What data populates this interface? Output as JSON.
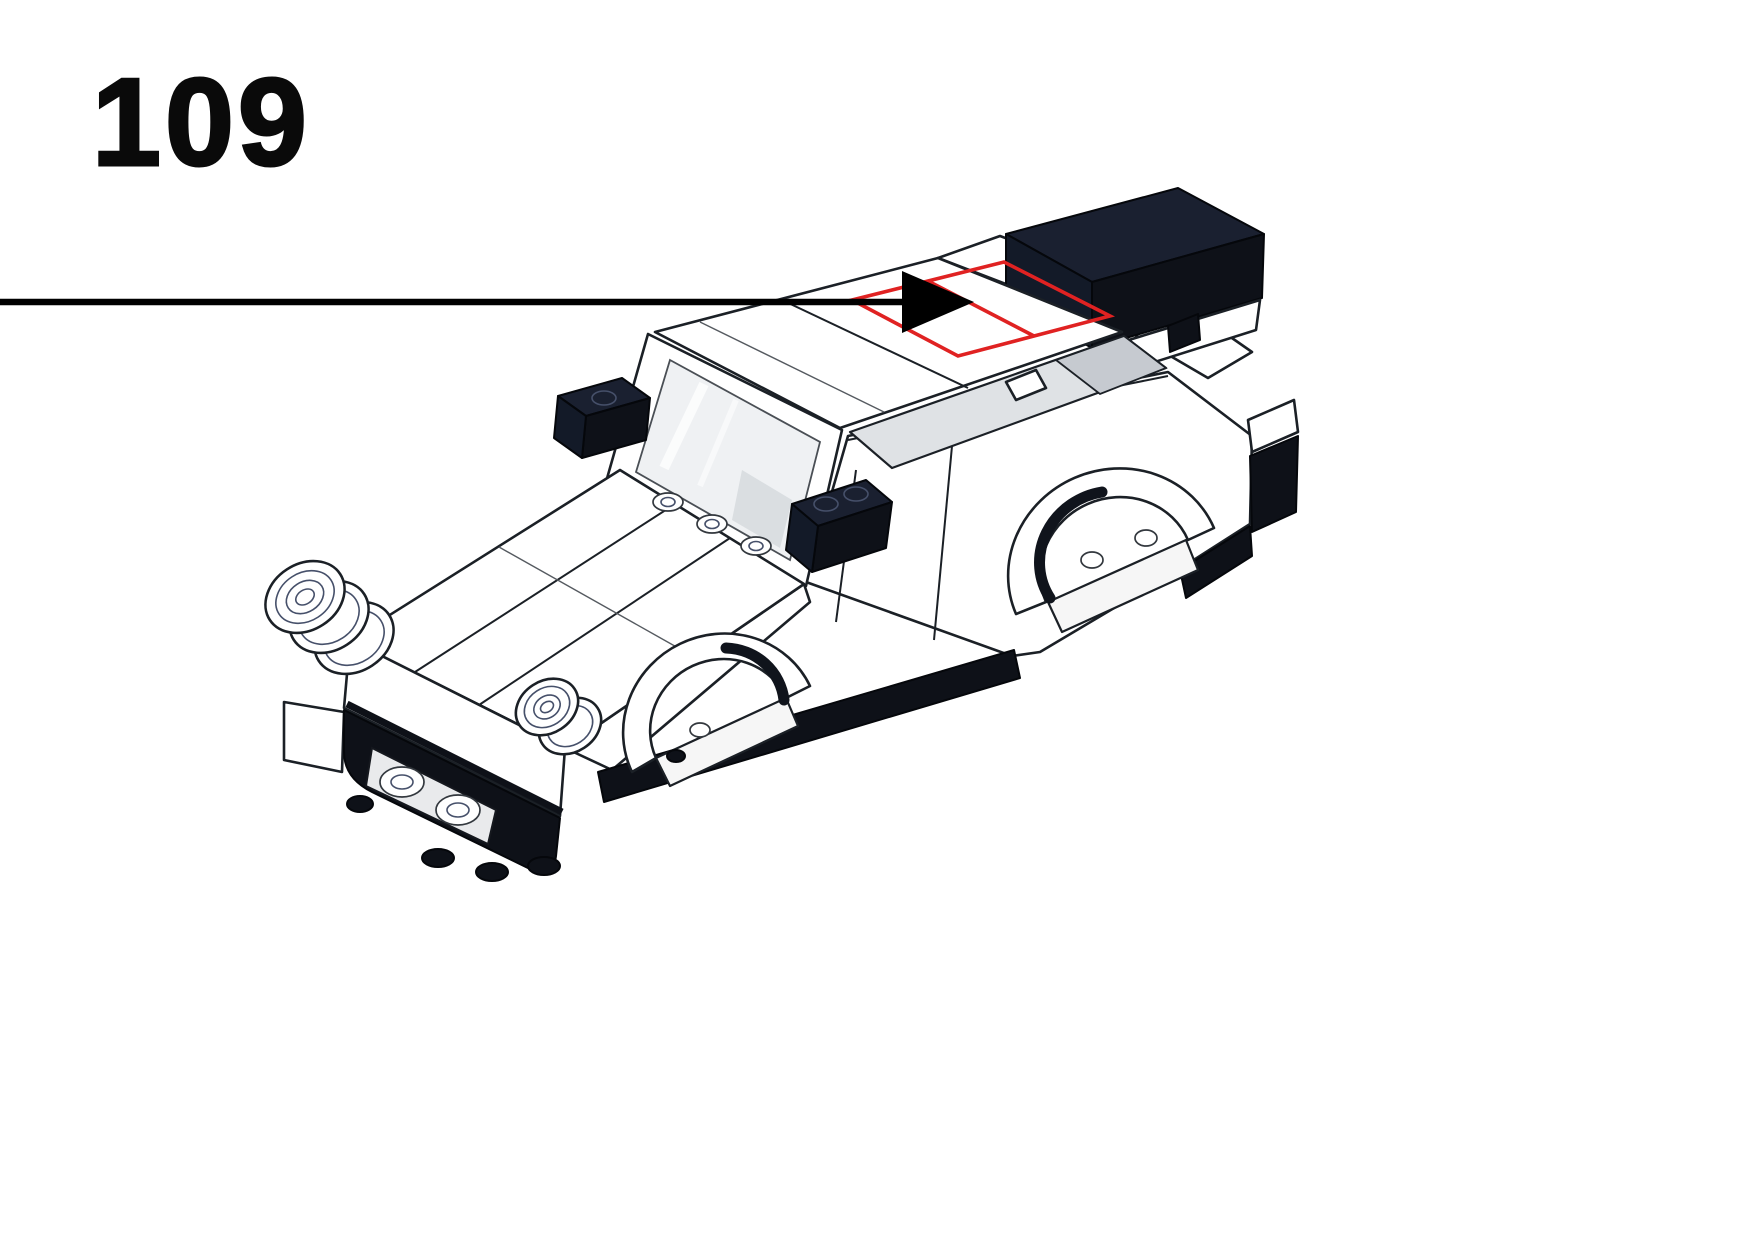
{
  "page": {
    "background_color": "#ffffff",
    "step_number": "109"
  },
  "illustration": {
    "subject": "lego-sports-car-build-step",
    "arrow": {
      "name": "placement-arrow",
      "color": "#000000"
    },
    "highlight_color": "#e02222",
    "car": {
      "body_color": "#ffffff",
      "outline_color": "#1b2026",
      "wing_color": "#1a2130",
      "wing_shadow_color": "#0b0e15",
      "glass_color": "#eef0f2",
      "trim_color": "#0e1118",
      "lamp_color": "#d9a441"
    }
  }
}
